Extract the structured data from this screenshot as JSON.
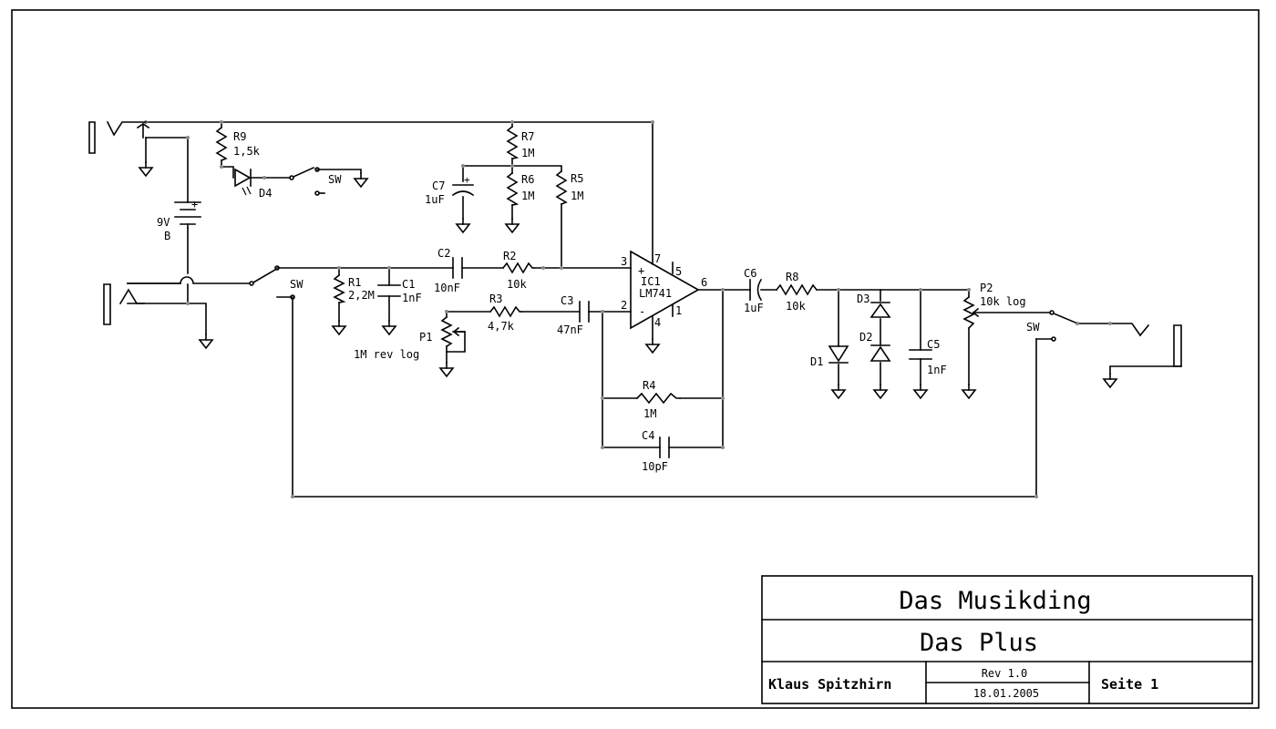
{
  "title_block": {
    "project": "Das Musikding",
    "title": "Das Plus",
    "author": "Klaus Spitzhirn",
    "revision": "Rev 1.0",
    "date": "18.01.2005",
    "sheet": "Seite 1"
  },
  "components": {
    "R9": {
      "ref": "R9",
      "value": "1,5k"
    },
    "D4": {
      "ref": "D4"
    },
    "SW_LED": {
      "ref": "SW"
    },
    "battery": {
      "polarity": "+",
      "voltage": "9V",
      "ref": "B"
    },
    "SW_IN": {
      "ref": "SW"
    },
    "R1": {
      "ref": "R1",
      "value": "2,2M"
    },
    "C1": {
      "ref": "C1",
      "value": "1nF"
    },
    "C2": {
      "ref": "C2",
      "value": "10nF"
    },
    "R2": {
      "ref": "R2",
      "value": "10k"
    },
    "R7": {
      "ref": "R7",
      "value": "1M"
    },
    "R6": {
      "ref": "R6",
      "value": "1M"
    },
    "R5": {
      "ref": "R5",
      "value": "1M"
    },
    "C7": {
      "ref": "C7",
      "value": "1uF",
      "polarity": "+"
    },
    "R3": {
      "ref": "R3",
      "value": "4,7k"
    },
    "C3": {
      "ref": "C3",
      "value": "47nF"
    },
    "P1": {
      "ref": "P1",
      "value": "1M rev log"
    },
    "IC1": {
      "ref": "IC1",
      "value": "LM741",
      "pins": [
        "7",
        "5",
        "3",
        "6",
        "2",
        "1",
        "4"
      ],
      "plus": "+",
      "minus": "-"
    },
    "R4": {
      "ref": "R4",
      "value": "1M"
    },
    "C4": {
      "ref": "C4",
      "value": "10pF"
    },
    "C6": {
      "ref": "C6",
      "value": "1uF"
    },
    "R8": {
      "ref": "R8",
      "value": "10k"
    },
    "D1": {
      "ref": "D1"
    },
    "D2": {
      "ref": "D2"
    },
    "D3": {
      "ref": "D3"
    },
    "C5": {
      "ref": "C5",
      "value": "1nF"
    },
    "P2": {
      "ref": "P2",
      "value": "10k log"
    },
    "SW_OUT": {
      "ref": "SW"
    }
  }
}
